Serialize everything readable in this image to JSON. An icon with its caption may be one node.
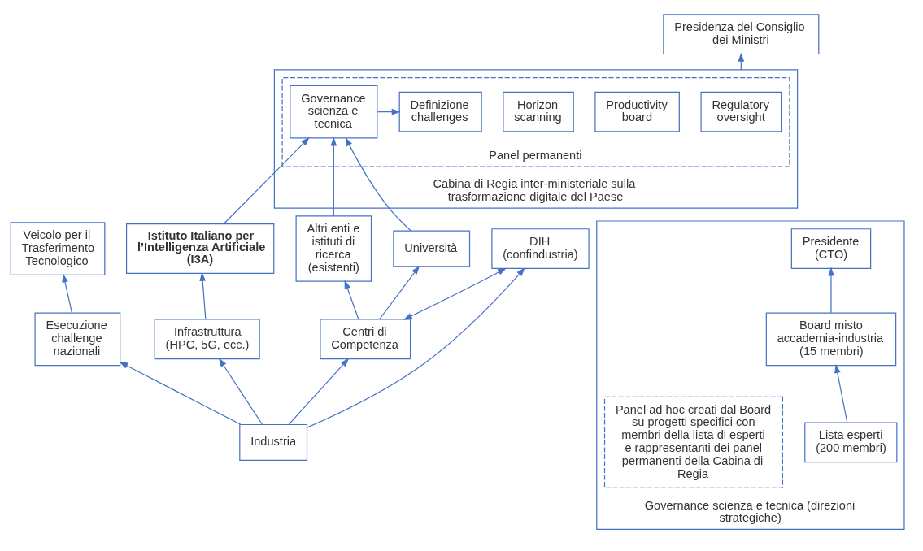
{
  "diagram": {
    "nodes": [
      {
        "text": [
          "Presidenza del Consiglio dei Ministri"
        ]
      },
      {
        "text": [
          "Cabina di Regia inter-ministeriale sulla trasformazione digitale del Paese"
        ]
      },
      {
        "text": [
          "Panel permanenti"
        ],
        "in": 1
      },
      {
        "text": [
          "Regulatory oversight"
        ],
        "in": 2
      },
      {
        "text": [
          "Productivity board"
        ],
        "in": 2
      },
      {
        "text": [
          "Horizon scanning"
        ],
        "in": 2
      },
      {
        "text": [
          "Definizione challenges"
        ],
        "in": 2
      },
      {
        "text": [
          "Governance scienza e tecnica"
        ],
        "in": 2
      },
      {
        "text": [
          "Governance scienza e tecnica (direzioni strategiche)"
        ]
      },
      {
        "text": [
          "Presidente (CTO)"
        ],
        "in": 8
      },
      {
        "text": [
          "Board misto accademia-industria (15 membri)"
        ],
        "in": 8
      },
      {
        "text": [
          "Lista esperti (200 membri)"
        ],
        "in": 8
      },
      {
        "text": [
          "Panel ad hoc creati dal Board su progetti specifici con membri della lista di esperti e rappresentanti dei panel permanenti della Cabina di Regia"
        ],
        "in": 8
      },
      {
        "text": [
          "Istituto Italiano per l’Intelligenza Artificiale (I3A)"
        ]
      },
      {
        "text": [
          "Veicolo per il Trasferimento Tecnologico"
        ]
      },
      {
        "text": [
          "Altri enti e istituti di ricerca (esistenti)"
        ]
      },
      {
        "text": [
          "Università"
        ]
      },
      {
        "text": [
          "Esecuzione challenge nazionali"
        ]
      },
      {
        "text": [
          "Infrastruttura (HPC, 5G, ecc.)"
        ]
      },
      {
        "text": [
          "Centri di Competenza"
        ]
      },
      {
        "text": [
          "DIH (confindustria)"
        ]
      },
      {
        "text": [
          "Industria"
        ]
      }
    ],
    "edges": [
      {
        "from": 1,
        "to": 0,
        "arrow": "to"
      },
      {
        "from": 7,
        "to": 6,
        "arrow": "to"
      },
      {
        "from": 13,
        "to": 7,
        "arrow": "to"
      },
      {
        "from": 15,
        "to": 7,
        "arrow": "to"
      },
      {
        "from": 16,
        "to": 7,
        "arrow": "to"
      },
      {
        "from": 17,
        "to": 14,
        "arrow": "to"
      },
      {
        "from": 18,
        "to": 13,
        "arrow": "to"
      },
      {
        "from": 19,
        "to": 15,
        "arrow": "to"
      },
      {
        "from": 19,
        "to": 16,
        "arrow": "to"
      },
      {
        "from": 19,
        "to": 20,
        "arrow": "both"
      },
      {
        "from": 21,
        "to": 17,
        "arrow": "to"
      },
      {
        "from": 21,
        "to": 18,
        "arrow": "to"
      },
      {
        "from": 21,
        "to": 19,
        "arrow": "to"
      },
      {
        "from": 21,
        "to": 20,
        "arrow": "to"
      },
      {
        "from": 11,
        "to": 10,
        "arrow": "to"
      },
      {
        "from": 10,
        "to": 9,
        "arrow": "to"
      }
    ]
  }
}
